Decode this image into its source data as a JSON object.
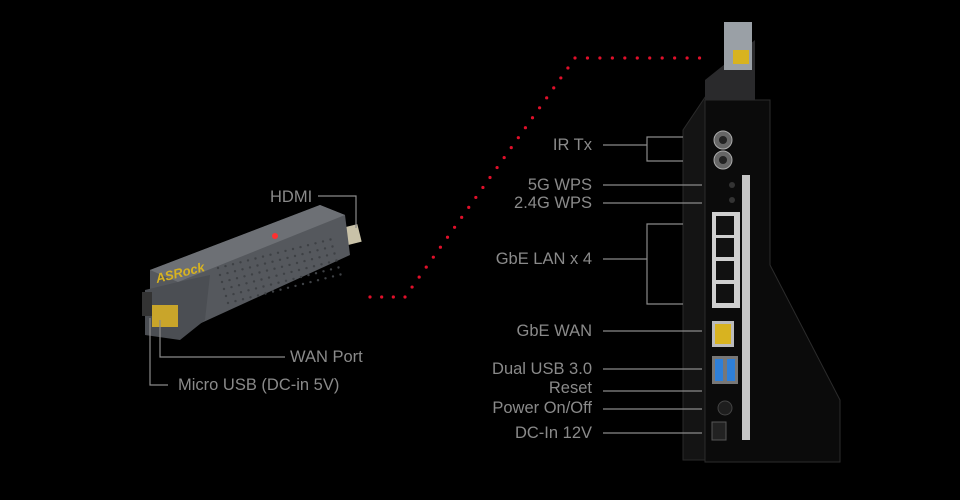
{
  "stick": {
    "brand": "ASRock",
    "labels": {
      "hdmi": "HDMI",
      "wan_port": "WAN Port",
      "micro_usb": "Micro USB (DC-in 5V)"
    }
  },
  "router": {
    "labels": {
      "ir_tx": "IR Tx",
      "wps_5g": "5G WPS",
      "wps_24g": "2.4G WPS",
      "lan": "GbE LAN x 4",
      "wan": "GbE WAN",
      "usb": "Dual USB 3.0",
      "reset": "Reset",
      "power": "Power On/Off",
      "dc_in": "DC-In 12V"
    }
  },
  "colors": {
    "label": "#8a8a8a",
    "dots": "#e0102a",
    "device": "#5a5d62",
    "wan_port": "#d8b320",
    "usb": "#2e7fd8"
  }
}
